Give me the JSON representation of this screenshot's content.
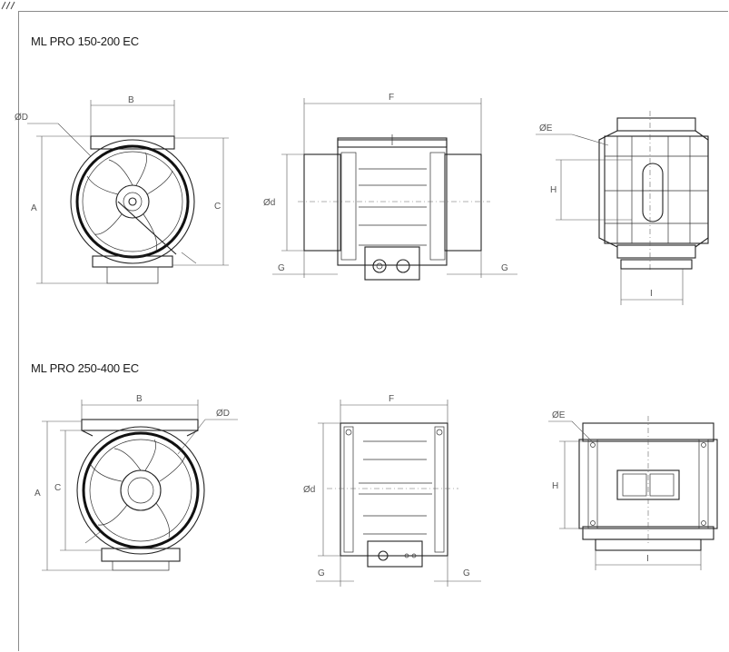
{
  "sections": [
    {
      "title": "ML PRO 150-200 EC",
      "labels": {
        "B": "B",
        "D": "ØD",
        "A": "A",
        "C": "C",
        "F": "F",
        "d": "Ød",
        "G1": "G",
        "G2": "G",
        "E": "ØE",
        "H": "H",
        "I": "I"
      }
    },
    {
      "title": "ML PRO 250-400 EC",
      "labels": {
        "B": "B",
        "D": "ØD",
        "A": "A",
        "C": "C",
        "F": "F",
        "d": "Ød",
        "G1": "G",
        "G2": "G",
        "E": "ØE",
        "H": "H",
        "I": "I"
      }
    }
  ]
}
